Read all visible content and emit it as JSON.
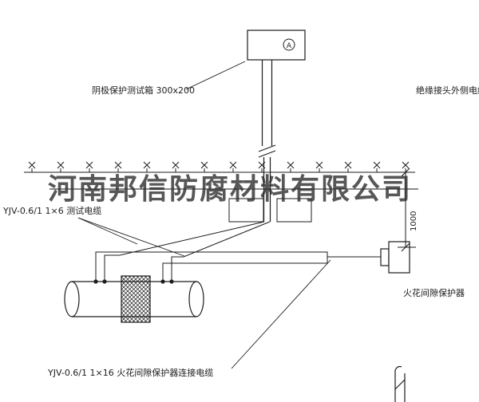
{
  "drawing": {
    "watermark": "河南邦信防腐材料有限公司",
    "labels": {
      "test_box": "阴极保护测试箱 300x200",
      "insulated_joint_outer_cable": "绝缘接头外侧电缆",
      "test_cable": "YJV-0.6/1  1×6   测试电缆",
      "spark_gap_cable": "YJV-0.6/1  1×16   火花间隙保护器连接电缆",
      "spark_gap_protector": "火花间隙保护器",
      "dimension_1000": "1000",
      "ammeter": "A"
    },
    "colors": {
      "ink": "#1c1c1c",
      "paper": "#ffffff",
      "watermark": "#2e2e2e"
    }
  }
}
